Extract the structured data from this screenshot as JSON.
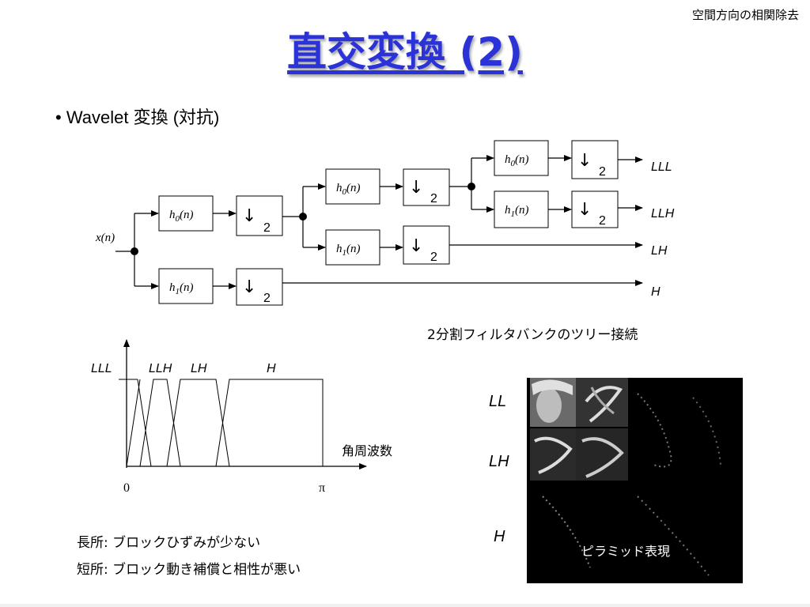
{
  "header": {
    "corner_text": "空間方向の相関除去",
    "title": "直交変換 (2)"
  },
  "bullet": "• Wavelet 変換 (対抗)",
  "filter_bank": {
    "input_label": "x(n)",
    "lowpass": "h",
    "lowpass_sub": "0",
    "highpass": "h",
    "highpass_sub": "1",
    "arg": "(n)",
    "downsample_arrow": "↓",
    "downsample_factor": "2",
    "outputs": [
      "LLL",
      "LLH",
      "LH",
      "H"
    ],
    "caption": "2分割フィルタバンクのツリー接続"
  },
  "spectrum": {
    "band_labels": [
      "LLL",
      "LLH",
      "LH",
      "H"
    ],
    "x_axis_label": "角周波数",
    "x_start": "0",
    "x_end": "π"
  },
  "pros_cons": {
    "merit": "長所: ブロックひずみが少ない",
    "demerit": "短所: ブロック動き補償と相性が悪い"
  },
  "pyramid": {
    "labels": [
      "LL",
      "LH",
      "H"
    ],
    "caption": "ピラミッド表現"
  }
}
